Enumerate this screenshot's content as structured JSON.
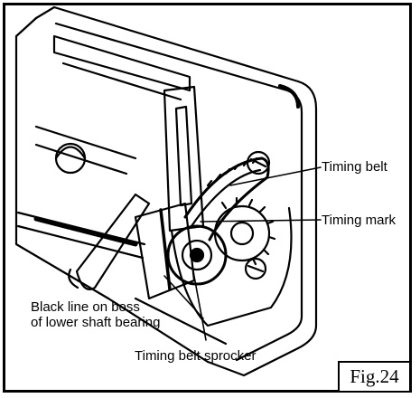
{
  "labels": {
    "timing_belt": "Timing belt",
    "timing_mark": "Timing mark",
    "black_line_1": "Black line on boss",
    "black_line_2": "of lower shaft bearing",
    "sprocket": "Timing belt sprocker"
  },
  "figure": {
    "label": "Fig.24"
  }
}
